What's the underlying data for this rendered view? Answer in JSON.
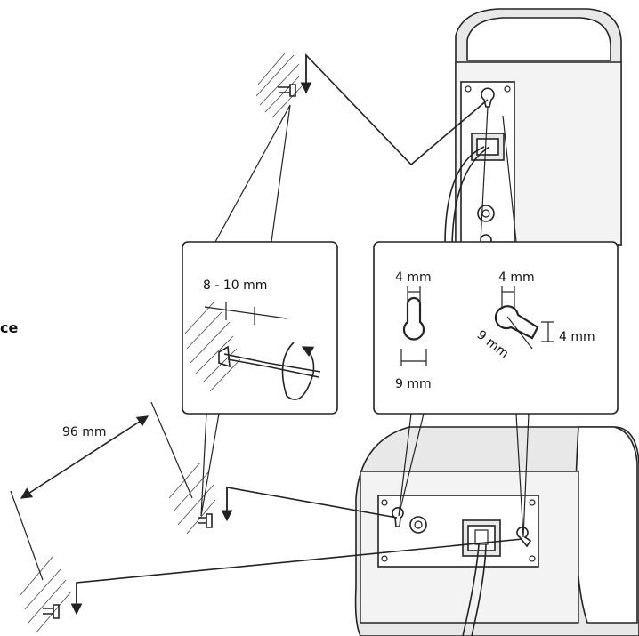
{
  "labels": {
    "screw_depth": "8 - 10 mm",
    "spacing": "96 mm",
    "hole_a_top": "4 mm",
    "hole_a_bottom": "9 mm",
    "hole_b_top": "4 mm",
    "hole_b_side": "4 mm",
    "hole_b_diag": "9 mm",
    "partial_edge_text": "ce"
  },
  "colors": {
    "line": "#222222",
    "panel_fill": "#e8e8e8",
    "background": "#ffffff"
  }
}
